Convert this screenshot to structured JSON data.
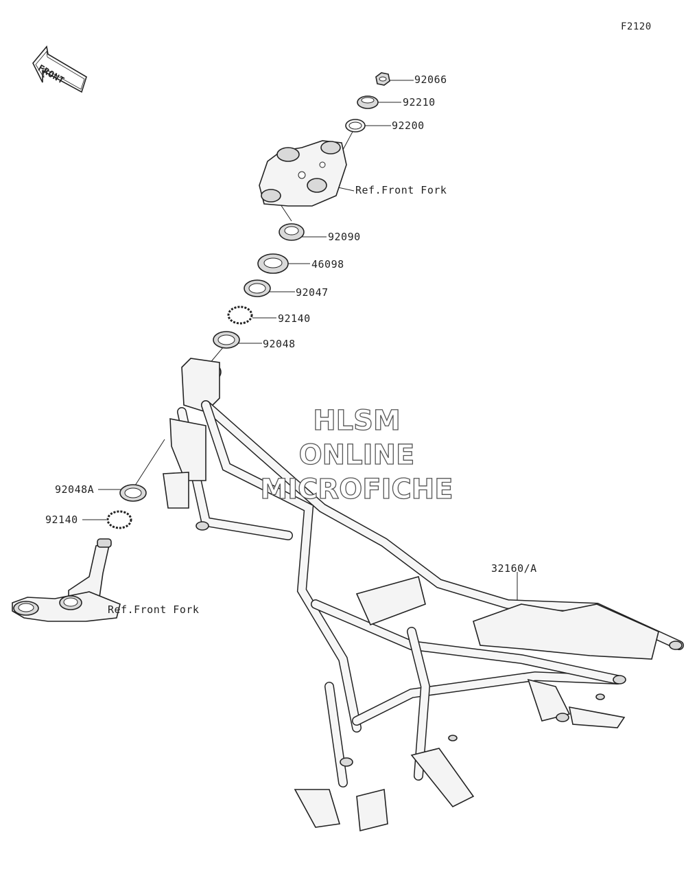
{
  "diagram_code": "F2120",
  "front_arrow": {
    "label": "FRONT"
  },
  "watermark": {
    "line1": "HLSM",
    "line2": "ONLINE",
    "line3": "MICROFICHE"
  },
  "callouts": [
    {
      "id": "92066",
      "label": "92066"
    },
    {
      "id": "92210",
      "label": "92210"
    },
    {
      "id": "92200",
      "label": "92200"
    },
    {
      "id": "ref-front-fork-upper",
      "label": "Ref.Front Fork"
    },
    {
      "id": "92090",
      "label": "92090"
    },
    {
      "id": "46098",
      "label": "46098"
    },
    {
      "id": "92047",
      "label": "92047"
    },
    {
      "id": "92140",
      "label": "92140"
    },
    {
      "id": "92048",
      "label": "92048"
    },
    {
      "id": "92048A",
      "label": "92048A"
    },
    {
      "id": "92140b",
      "label": "92140"
    },
    {
      "id": "ref-front-fork-lower",
      "label": "Ref.Front Fork"
    },
    {
      "id": "32160A",
      "label": "32160/A"
    }
  ]
}
